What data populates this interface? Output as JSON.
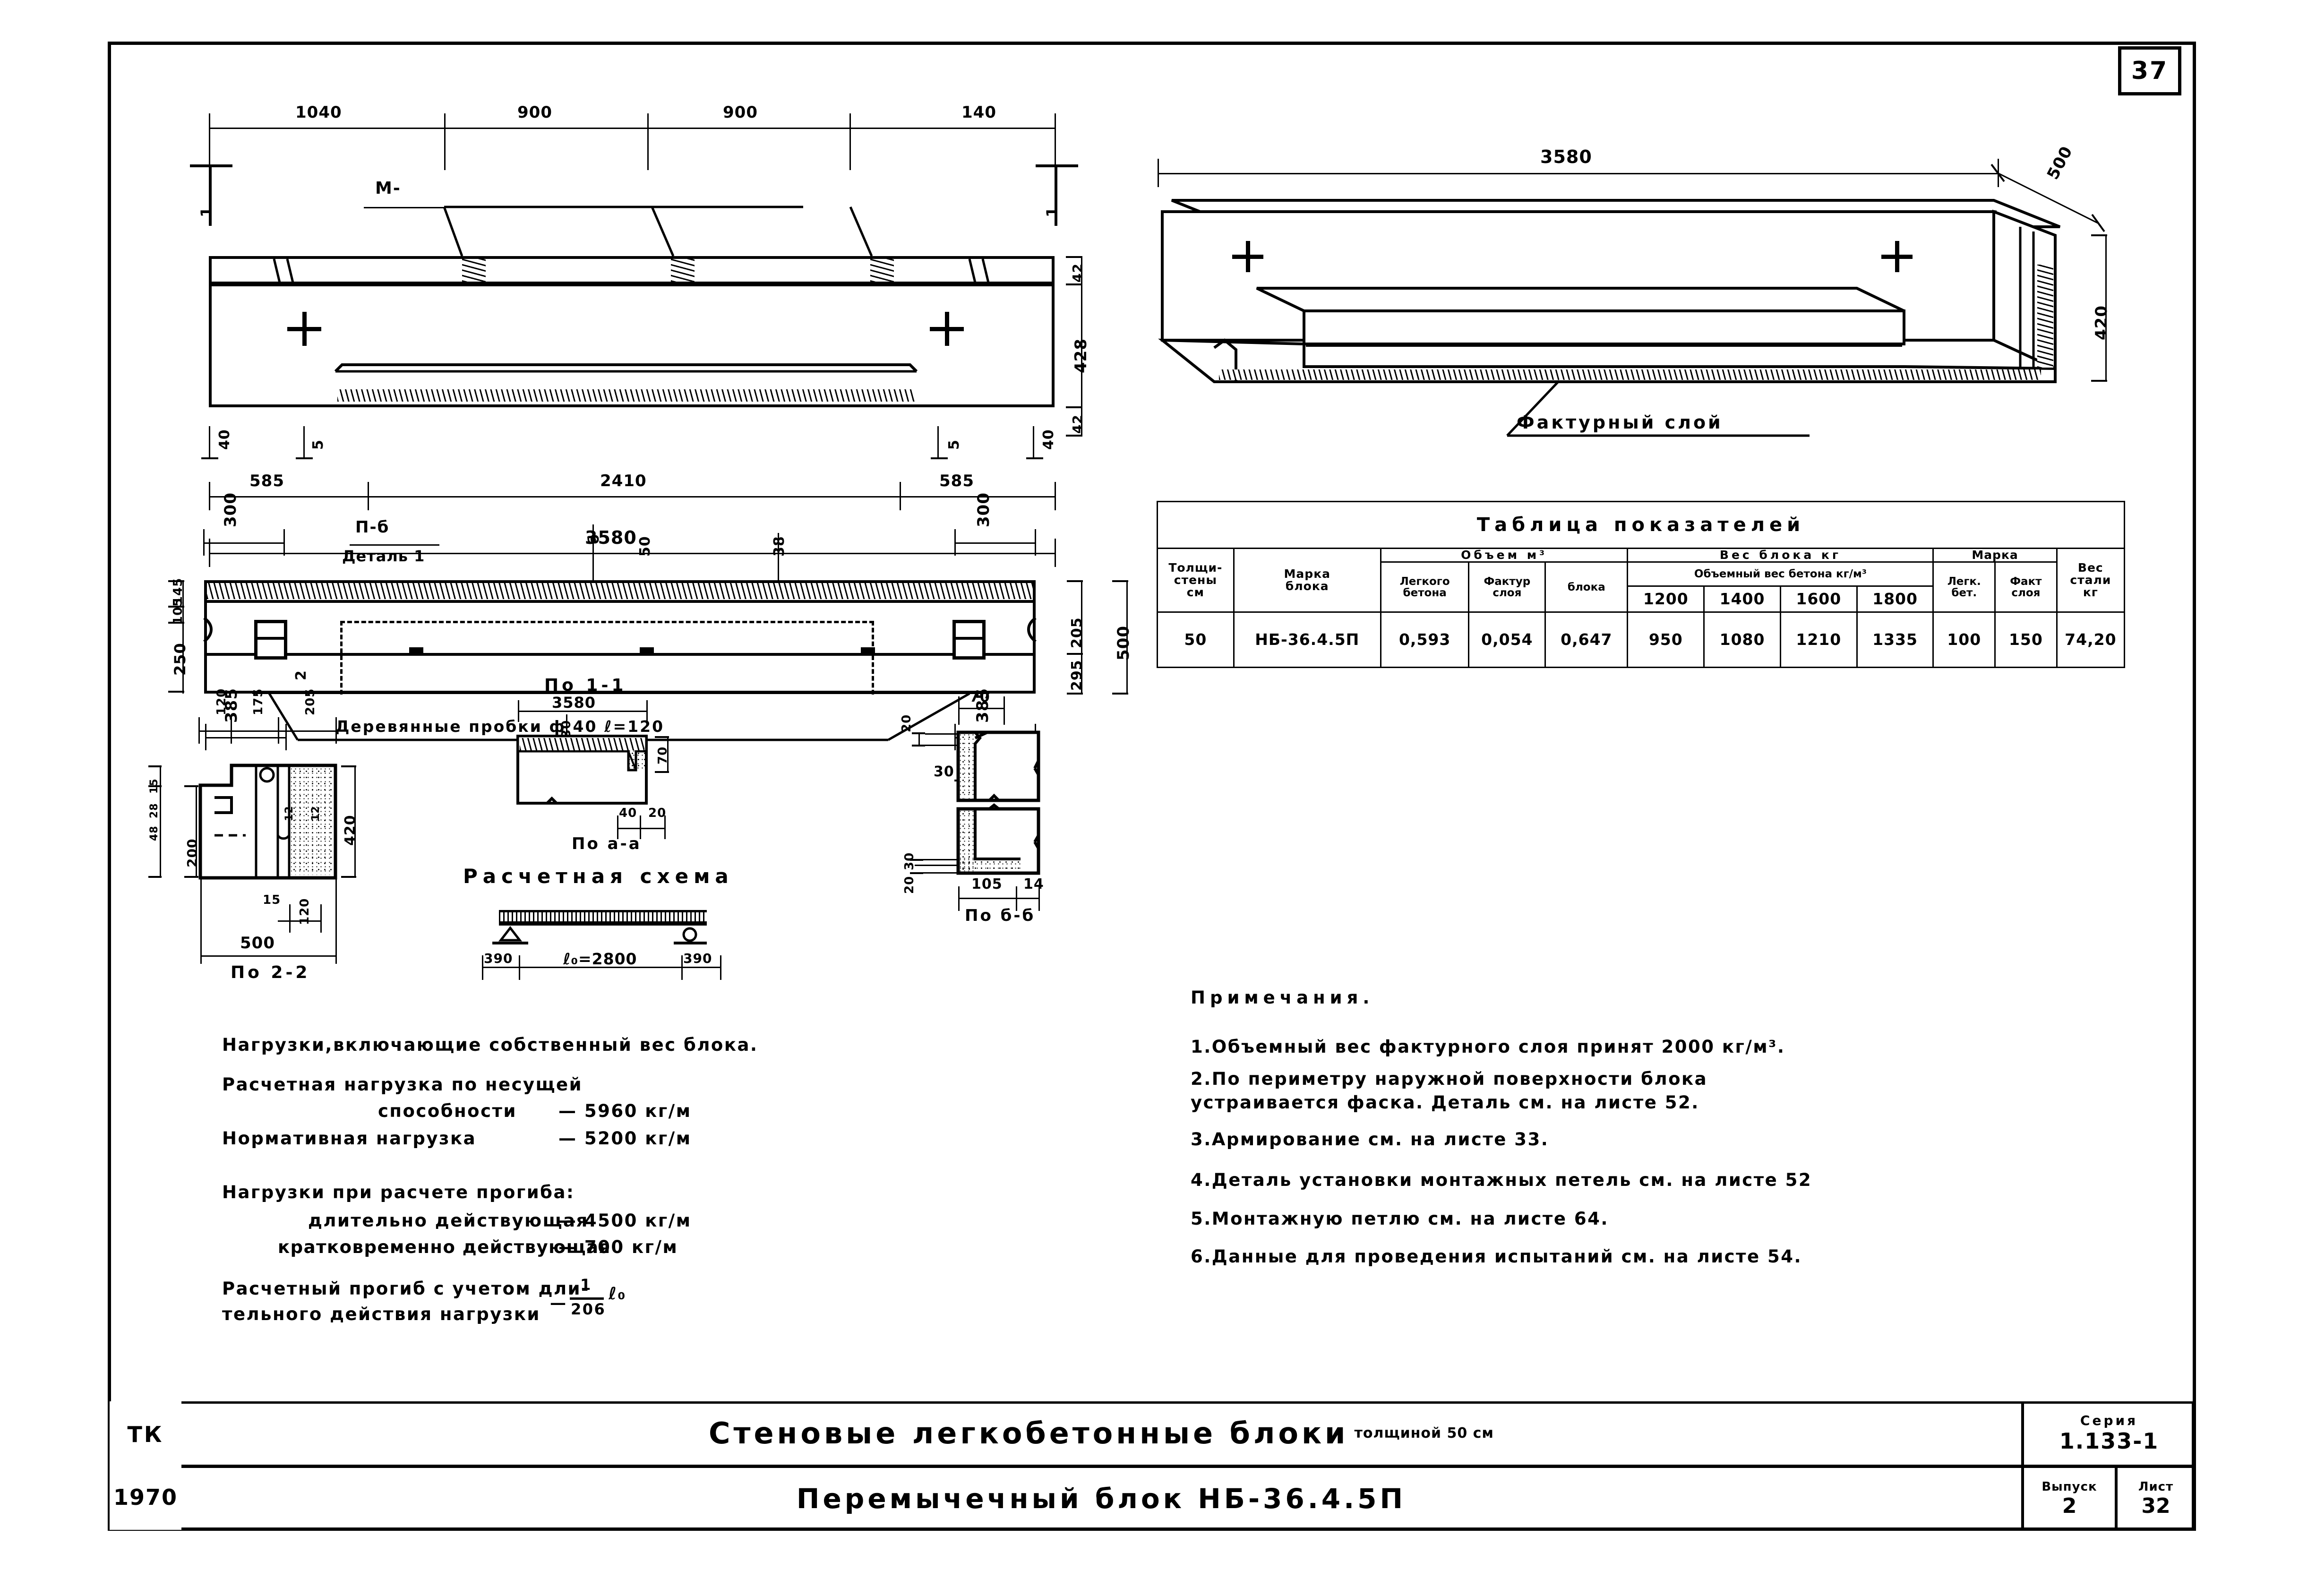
{
  "sheet": {
    "page_number": "37",
    "series_label": "Серия",
    "series_value": "1.133-1",
    "issue_label": "Выпуск",
    "issue_value": "2",
    "list_label": "Лист",
    "list_value": "32",
    "org": "ТК",
    "year": "1970",
    "title_main": "Стеновые легкобетонные блоки",
    "title_main_suffix": "толщиной 50 см",
    "title_sub": "Перемычечный блок  НБ-36.4.5П"
  },
  "view_elevation": {
    "top_dims": [
      "1040",
      "900",
      "900",
      "140"
    ],
    "mark_label": "М-",
    "right_dims": [
      "428",
      "42",
      "42"
    ],
    "lower_dims": [
      "40",
      "5",
      "5",
      "40"
    ],
    "span_dims": [
      "585",
      "2410",
      "585"
    ],
    "total": "3580",
    "section_marks": [
      "1",
      "1"
    ]
  },
  "view_iso": {
    "length": "3580",
    "depth": "500",
    "height": "420",
    "callout": "Фактурный слой"
  },
  "view_plan": {
    "top_dims": [
      "300",
      "300"
    ],
    "detail_label": "П-б",
    "detail_note": "Деталь 1",
    "inner_labels": [
      "б",
      "50",
      "38",
      "б",
      "4-б"
    ],
    "left_dims": [
      "145",
      "105",
      "250"
    ],
    "right_dims": [
      "205",
      "295",
      "500"
    ],
    "bottom_dims": [
      "385",
      "385"
    ],
    "note": "Деревянные пробки ф 40 ℓ=120",
    "edge_mark": "2"
  },
  "view_2_2": {
    "title": "По 2-2",
    "top_dims": [
      "120",
      "175",
      "205"
    ],
    "left_dims": [
      "15",
      "28",
      "48",
      "200"
    ],
    "right_dims": [
      "420"
    ],
    "inner_dims": [
      "12",
      "12"
    ],
    "bottom_dims": [
      "15",
      "120",
      "500"
    ]
  },
  "view_1_1": {
    "title": "По 1-1",
    "length": "3580",
    "thickness": "30",
    "height": "70",
    "sub_dims": [
      "40",
      "20"
    ],
    "title_sub": "По а-а"
  },
  "view_b_b": {
    "title": "По б-б",
    "dims": [
      "70",
      "20",
      "30",
      "30",
      "20",
      "105",
      "14"
    ]
  },
  "calc_scheme": {
    "title": "Расчетная схема",
    "left_support": "390",
    "span": "ℓ₀=2800",
    "right_support": "390"
  },
  "loads": {
    "heading": "Нагрузки,включающие собственный вес блока.",
    "rows": [
      {
        "label": "Расчетная нагрузка по несущей",
        "label2": "способности",
        "value": "— 5960 кг/м"
      },
      {
        "label": "Нормативная нагрузка",
        "label2": "",
        "value": "— 5200 кг/м"
      }
    ],
    "deflection_heading": "Нагрузки при расчете прогиба:",
    "deflection_rows": [
      {
        "label": "длительно действующая",
        "value": "— 4500 кг/м"
      },
      {
        "label": "кратковременно действующая",
        "value": "—  700 кг/м"
      }
    ],
    "defl_calc_label": "Расчетный прогиб с учетом дли-",
    "defl_calc_label2": "тельного действия нагрузки",
    "defl_numerator": "1",
    "defl_denominator": "206",
    "defl_suffix": "ℓ₀",
    "defl_minus": "—"
  },
  "notes": {
    "heading": "Примечания.",
    "items": [
      "1.Объемный вес фактурного слоя принят 2000 кг/м³.",
      "2.По  периметру  наружной  поверхности  блока",
      "   устраивается  фаска. Деталь  см. на листе 52.",
      "3.Армирование см. на листе 33.",
      "4.Деталь установки монтажных петель см. на листе 52",
      "5.Монтажную петлю  см. на листе 64.",
      "6.Данные для проведения испытаний см. на листе 54."
    ]
  },
  "table": {
    "title": "Таблица      показателей",
    "col_thickness": "Толщина стены см",
    "col_thickness_l1": "Толщи-",
    "col_thickness_l2": "стены",
    "col_thickness_l3": "см",
    "col_mark_l1": "Марка",
    "col_mark_l2": "блока",
    "grp_volume": "Объем   м³",
    "sub_volume": [
      "Легкого бетона",
      "Фактур. слоя",
      "блока"
    ],
    "sub_volume_a1": "Легкого",
    "sub_volume_a2": "бетона",
    "sub_volume_b1": "Фактур",
    "sub_volume_b2": "слоя",
    "sub_volume_c1": "блока",
    "grp_weight": "Вес блока   кг",
    "sub_weight_head": "Объемный вес бетона кг/м³",
    "weight_cols": [
      "1200",
      "1400",
      "1600",
      "1800"
    ],
    "grp_mark": "Марка",
    "sub_mark": [
      "Легк. бет.",
      "Факт. слоя"
    ],
    "sub_mark_a1": "Легк.",
    "sub_mark_a2": "бет.",
    "sub_mark_b1": "Факт",
    "sub_mark_b2": "слоя",
    "grp_steel_l1": "Вес",
    "grp_steel_l2": "стали",
    "grp_steel_l3": "кг",
    "row": {
      "thickness": "50",
      "mark": "НБ-36.4.5П",
      "vol_light": "0,593",
      "vol_fact": "0,054",
      "vol_block": "0,647",
      "w1200": "950",
      "w1400": "1080",
      "w1600": "1210",
      "w1800": "1335",
      "mark_concrete": "100",
      "mark_layer": "150",
      "steel": "74,20"
    }
  }
}
